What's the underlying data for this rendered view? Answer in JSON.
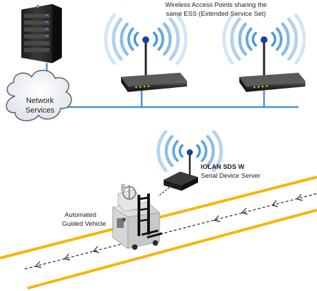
{
  "labels": {
    "access_points_line1": "Wireless Access Points sharing the",
    "access_points_line2": "same ESS (Extended Service Set)",
    "network_line1": "Network",
    "network_line2": "Services",
    "device_line1": "IOLAN SDS W",
    "device_line2": "Serial Device Server",
    "vehicle_line1": "Automated",
    "vehicle_line2": "Guided Vehicle"
  },
  "colors": {
    "network_line": "#4f8fc4",
    "wifi_arc": "#3d8fd6",
    "antenna_tip": "#1f3f9e",
    "track_rail": "#f2b705",
    "track_path": "#222222",
    "server_body": "#2e2e2e",
    "router_body": "#333333"
  }
}
